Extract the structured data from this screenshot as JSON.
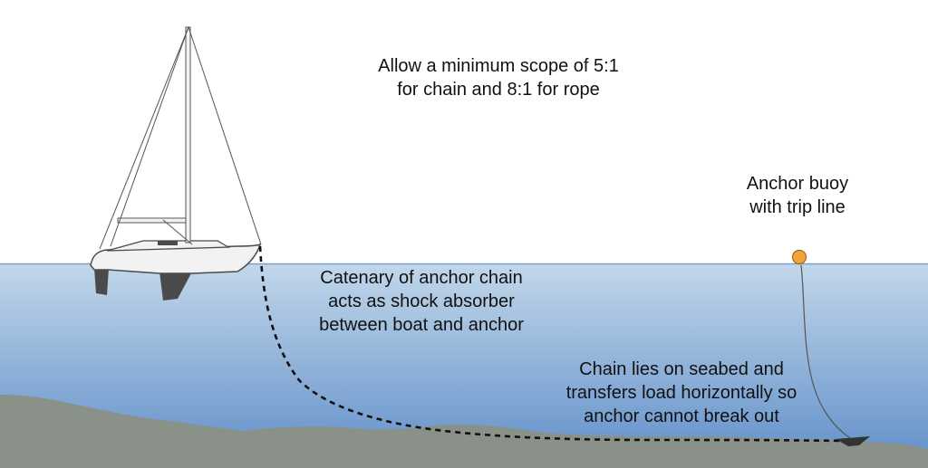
{
  "labels": {
    "scope": [
      "Allow a minimum scope of 5:1",
      "for chain and 8:1 for rope"
    ],
    "buoy": [
      "Anchor buoy",
      "with trip line"
    ],
    "catenary": [
      "Catenary of anchor chain",
      "acts as shock absorber",
      "between boat and anchor"
    ],
    "seabed": [
      "Chain lies on seabed and",
      "transfers load horizontally so",
      "anchor cannot break out"
    ]
  },
  "colors": {
    "sky": "#ffffff",
    "water_top": "#c2d7ea",
    "water_bottom": "#5f8ec9",
    "waterline": "#7aa0cf",
    "seabed": "#8a9189",
    "seabed_edge": "#6f756e",
    "hull": "#f2f2f2",
    "keel": "#4a4a4a",
    "rigging": "#555555",
    "chain": "#111111",
    "buoy": "#f0a53a",
    "buoy_edge": "#a0661a",
    "anchor": "#333333"
  },
  "icons": {
    "boat": "sailboat-icon",
    "buoy": "buoy-icon",
    "anchor": "anchor-icon"
  }
}
